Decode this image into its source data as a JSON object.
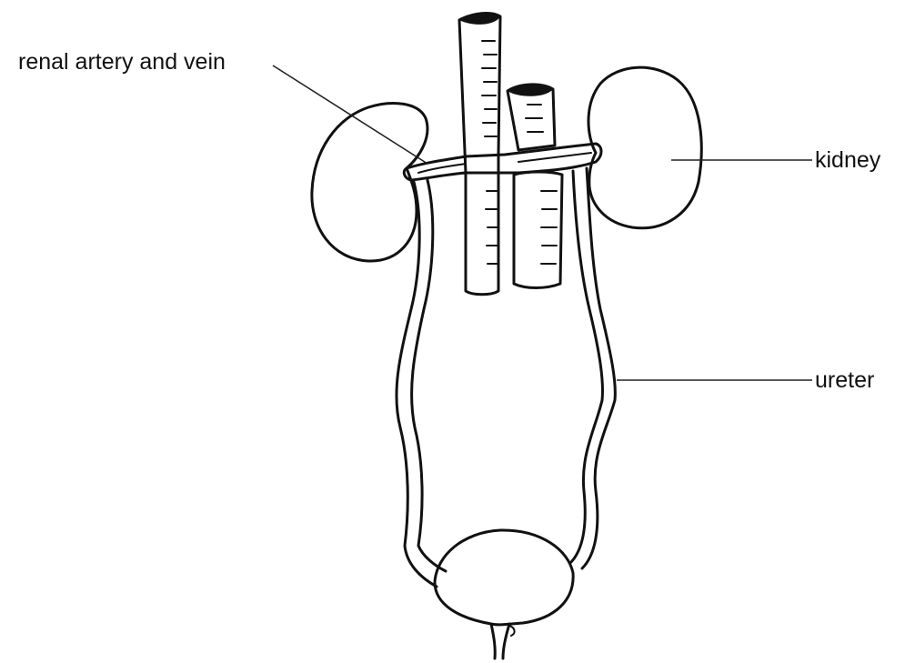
{
  "labels": {
    "renal": "renal artery and vein",
    "kidney": "kidney",
    "ureter": "ureter"
  },
  "colors": {
    "line": "#111111",
    "background": "#ffffff"
  }
}
